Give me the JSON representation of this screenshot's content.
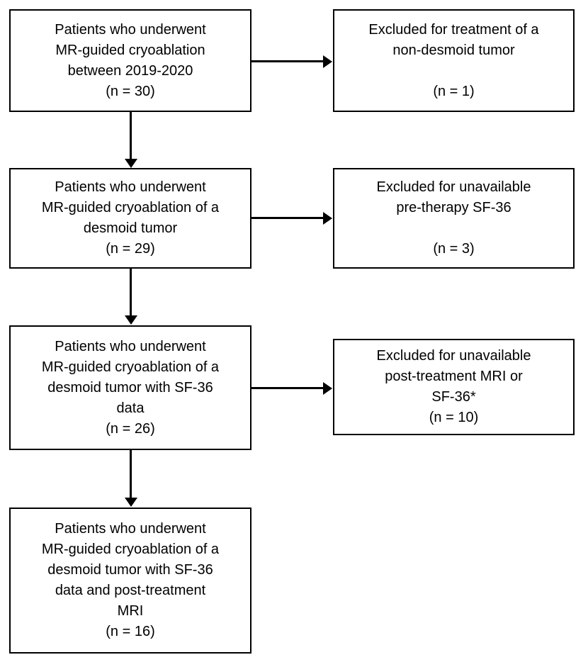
{
  "colors": {
    "border": "#000000",
    "background": "#ffffff",
    "text": "#000000"
  },
  "boxes": [
    {
      "name": "cohort-initial",
      "n": 30,
      "lines": [
        "Patients who underwent",
        "MR-guided cryoablation",
        "between 2019-2020",
        "(n = 30)"
      ]
    },
    {
      "name": "excluded-non-desmoid",
      "n": 1,
      "lines": [
        "Excluded for treatment of a",
        "non-desmoid tumor",
        "",
        "(n = 1)"
      ]
    },
    {
      "name": "cohort-desmoid",
      "n": 29,
      "lines": [
        "Patients who underwent",
        "MR-guided cryoablation of a",
        "desmoid tumor",
        "(n = 29)"
      ]
    },
    {
      "name": "excluded-pre-therapy-sf36",
      "n": 3,
      "lines": [
        "Excluded for unavailable",
        "pre-therapy SF-36",
        "",
        "(n = 3)"
      ]
    },
    {
      "name": "cohort-sf36-data",
      "n": 26,
      "lines": [
        "Patients who underwent",
        "MR-guided cryoablation of a",
        "desmoid tumor with SF-36",
        "data",
        "(n = 26)"
      ]
    },
    {
      "name": "excluded-post-treatment",
      "n": 10,
      "lines": [
        "Excluded for unavailable",
        "post-treatment MRI or",
        "SF-36*",
        "(n = 10)"
      ]
    },
    {
      "name": "cohort-final",
      "n": 16,
      "lines": [
        "Patients who underwent",
        "MR-guided cryoablation of a",
        "desmoid tumor with SF-36",
        "data and post-treatment",
        "MRI",
        "(n = 16)"
      ]
    }
  ]
}
